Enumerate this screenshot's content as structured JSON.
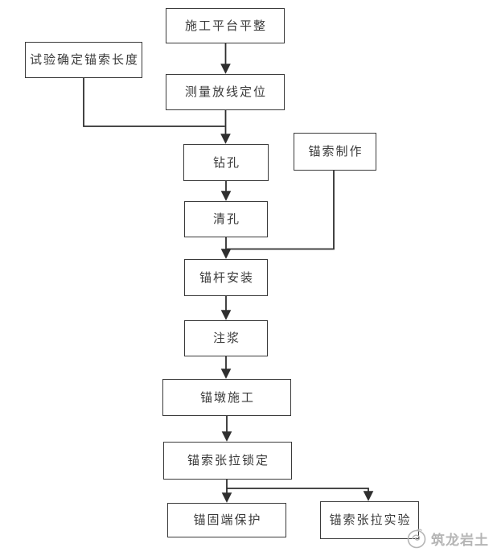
{
  "diagram": {
    "nodes": {
      "platform": {
        "label": "施工平台平整"
      },
      "test_length": {
        "label": "试验确定锚索长度"
      },
      "survey": {
        "label": "测量放线定位"
      },
      "drill": {
        "label": "钻孔"
      },
      "cable_making": {
        "label": "锚索制作"
      },
      "clean_hole": {
        "label": "清孔"
      },
      "anchor_install": {
        "label": "锚杆安装"
      },
      "grouting": {
        "label": "注浆"
      },
      "pier": {
        "label": "锚墩施工"
      },
      "tension_lock": {
        "label": "锚索张拉锁定"
      },
      "end_protect": {
        "label": "锚固端保护"
      },
      "tension_test": {
        "label": "锚索张拉实验"
      }
    },
    "edges": [
      {
        "from": "施工平台平整",
        "to": "测量放线定位"
      },
      {
        "from": "试验确定锚索长度",
        "to": "钻孔"
      },
      {
        "from": "测量放线定位",
        "to": "钻孔"
      },
      {
        "from": "钻孔",
        "to": "清孔"
      },
      {
        "from": "锚索制作",
        "to": "锚杆安装"
      },
      {
        "from": "清孔",
        "to": "锚杆安装"
      },
      {
        "from": "锚杆安装",
        "to": "注浆"
      },
      {
        "from": "注浆",
        "to": "锚墩施工"
      },
      {
        "from": "锚墩施工",
        "to": "锚索张拉锁定"
      },
      {
        "from": "锚索张拉锁定",
        "to": "锚固端保护"
      },
      {
        "from": "锚索张拉锁定",
        "to": "锚索张拉实验"
      }
    ],
    "watermark": {
      "text": "筑龙岩土"
    },
    "colors": {
      "line": "#2f2f2f",
      "box_border": "#3a3a3a",
      "text": "#3a3a3a",
      "watermark": "#b5b5b5",
      "background": "#ffffff"
    }
  }
}
